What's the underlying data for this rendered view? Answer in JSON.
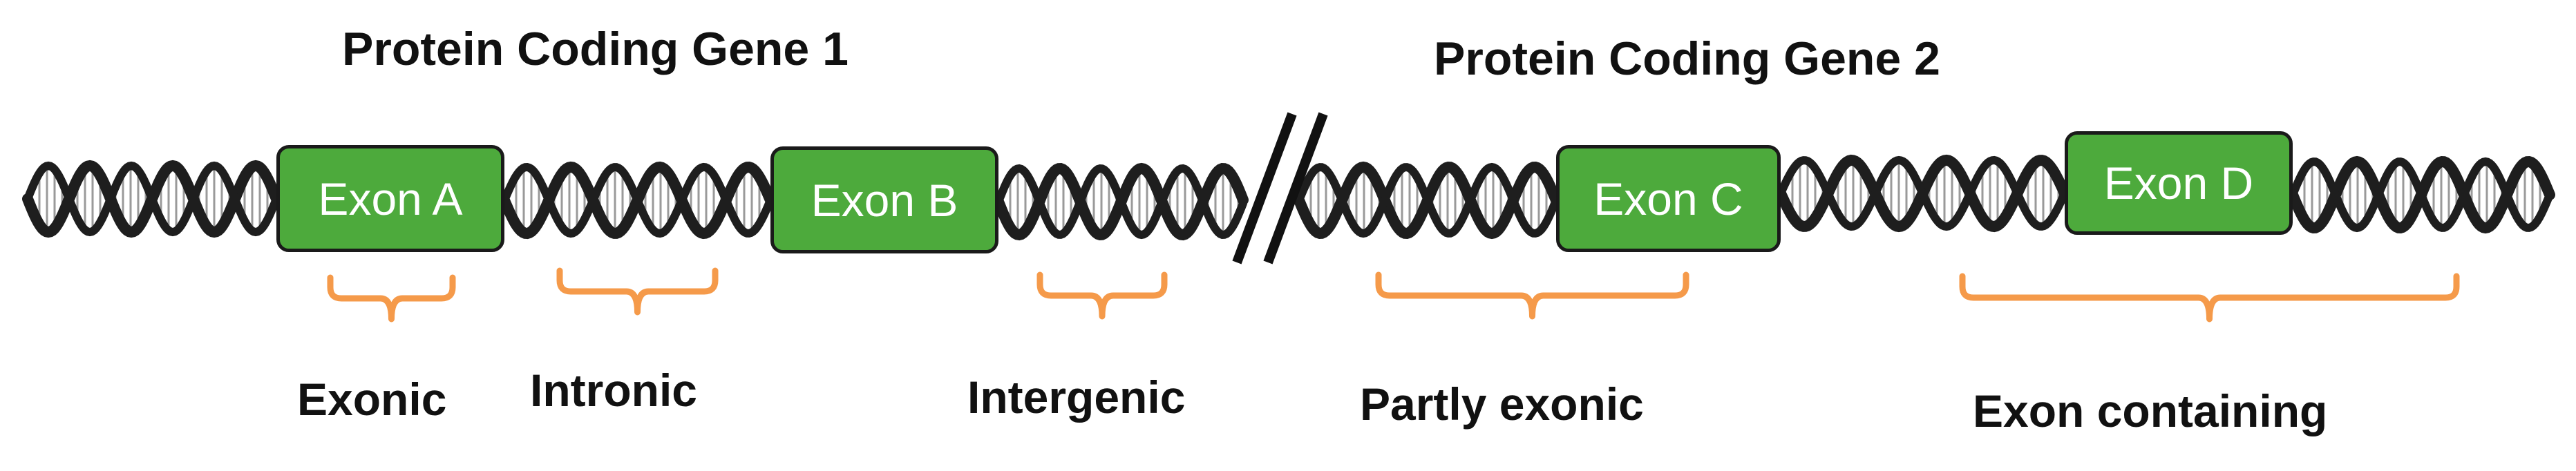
{
  "genes": [
    {
      "title": "Protein Coding Gene 1"
    },
    {
      "title": "Protein Coding Gene 2"
    }
  ],
  "exons": [
    {
      "label": "Exon A"
    },
    {
      "label": "Exon B"
    },
    {
      "label": "Exon C"
    },
    {
      "label": "Exon D"
    }
  ],
  "regions": [
    {
      "label": "Exonic"
    },
    {
      "label": "Intronic"
    },
    {
      "label": "Intergenic"
    },
    {
      "label": "Partly exonic"
    },
    {
      "label": "Exon containing"
    }
  ],
  "colors": {
    "exon_fill": "#4daa3c",
    "exon_border": "#1a1a1a",
    "bracket": "#f59a4a",
    "dna_strand": "#1e1e1e",
    "text": "#111111"
  }
}
